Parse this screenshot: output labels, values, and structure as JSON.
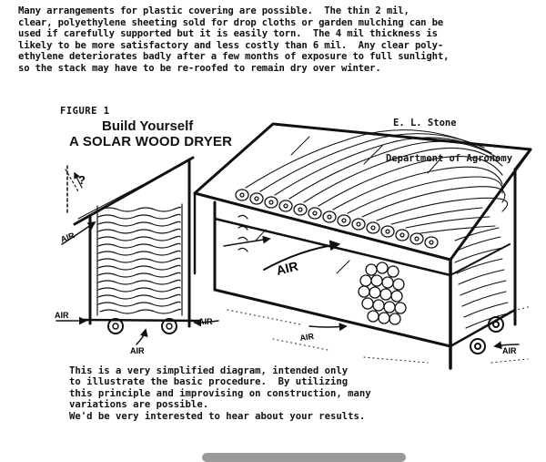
{
  "intro_lines": [
    "Many arrangements for plastic covering are possible.  The thin 2 mil,",
    "clear, polyethylene sheeting sold for drop cloths or garden mulching can be",
    "used if carefully supported but it is easily torn.  The 4 mil thickness is",
    "likely to be more satisfactory and less costly than 6 mil.  Any clear poly-",
    "ethylene deteriorates badly after a few months of exposure to full sunlight,",
    "so the stack may have to be re-roofed to remain dry over winter."
  ],
  "author": {
    "name": "E. L. Stone",
    "department": "Department of Agronomy"
  },
  "figure": {
    "label": "FIGURE 1",
    "title_line1": "Build Yourself",
    "title_line2": "A SOLAR WOOD DRYER",
    "question_mark": "?",
    "air_labels": [
      "AIR",
      "AIR",
      "AIR",
      "AIR",
      "AIR",
      "AIR",
      "AIR"
    ]
  },
  "caption_lines": [
    "This is a very simplified diagram, intended only",
    "to illustrate the basic procedure.  By utilizing",
    "this principle and improvising on construction, many",
    "variations are possible.",
    "We'd be very interested to hear about your results."
  ]
}
